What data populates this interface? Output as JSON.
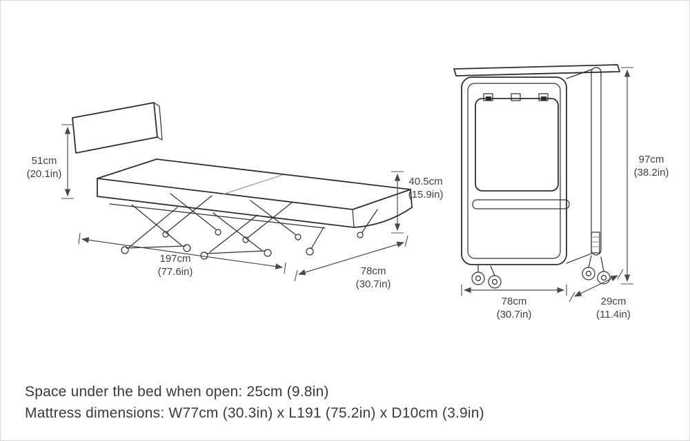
{
  "colors": {
    "background": "#ffffff",
    "line_art": "#2d2d2d",
    "dimension_lines": "#4a4a4a",
    "text": "#3a3a3a"
  },
  "open_bed": {
    "labels": {
      "headboard_height": "51cm\n(20.1in)",
      "length": "197cm\n(77.6in)",
      "width": "78cm\n(30.7in)",
      "platform_height": "40.5cm\n(15.9in)"
    }
  },
  "folded_bed": {
    "labels": {
      "height": "97cm\n(38.2in)",
      "width": "78cm\n(30.7in)",
      "depth": "29cm\n(11.4in)"
    }
  },
  "notes": {
    "space_under": "Space under the bed when open: 25cm (9.8in)",
    "mattress": "Mattress dimensions: W77cm (30.3in) x L191 (75.2in) x D10cm (3.9in)"
  }
}
